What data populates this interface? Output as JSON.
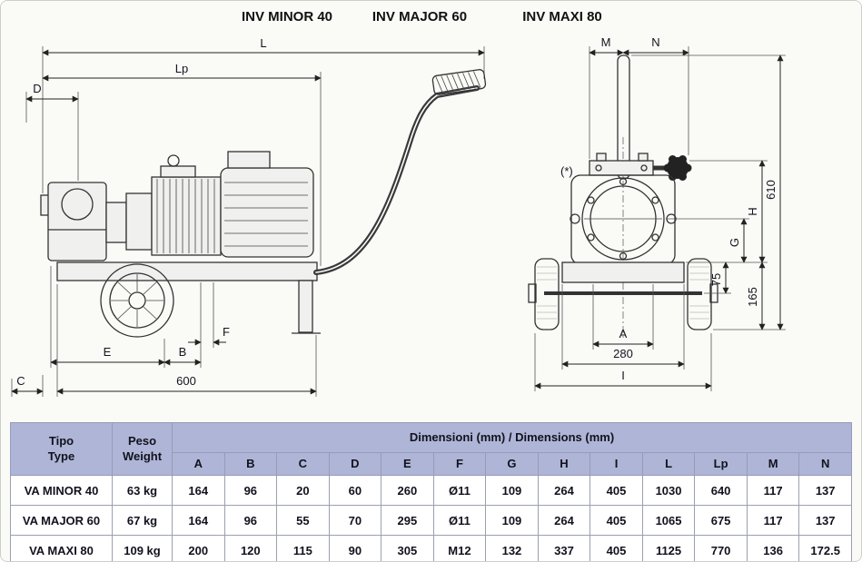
{
  "titles": [
    "INV MINOR 40",
    "INV MAJOR 60",
    "INV MAXI 80"
  ],
  "drawing": {
    "side": {
      "L": "L",
      "Lp": "Lp",
      "D": "D",
      "E": "E",
      "B": "B",
      "F": "F",
      "C": "C",
      "base": "600"
    },
    "front": {
      "M": "M",
      "N": "N",
      "star": "(*)",
      "d610": "610",
      "H": "H",
      "G": "G",
      "d75": "75",
      "d165": "165",
      "A": "A",
      "d280": "280",
      "I": "I"
    }
  },
  "table": {
    "tipo": "Tipo",
    "type": "Type",
    "peso": "Peso",
    "weight": "Weight",
    "dims_header": "Dimensioni (mm) / Dimensions (mm)",
    "cols": [
      "A",
      "B",
      "C",
      "D",
      "E",
      "F",
      "G",
      "H",
      "I",
      "L",
      "Lp",
      "M",
      "N"
    ],
    "rows": [
      {
        "model": "VA MINOR 40",
        "weight": "63 kg",
        "values": [
          "164",
          "96",
          "20",
          "60",
          "260",
          "Ø11",
          "109",
          "264",
          "405",
          "1030",
          "640",
          "117",
          "137"
        ]
      },
      {
        "model": "VA MAJOR 60",
        "weight": "67 kg",
        "values": [
          "164",
          "96",
          "55",
          "70",
          "295",
          "Ø11",
          "109",
          "264",
          "405",
          "1065",
          "675",
          "117",
          "137"
        ]
      },
      {
        "model": "VA MAXI 80",
        "weight": "109 kg",
        "values": [
          "200",
          "120",
          "115",
          "90",
          "305",
          "M12",
          "132",
          "337",
          "405",
          "1125",
          "770",
          "136",
          "172.5"
        ]
      }
    ]
  },
  "colors": {
    "header_bg": "#afb5d6",
    "line": "#333333",
    "text": "#12121e"
  }
}
